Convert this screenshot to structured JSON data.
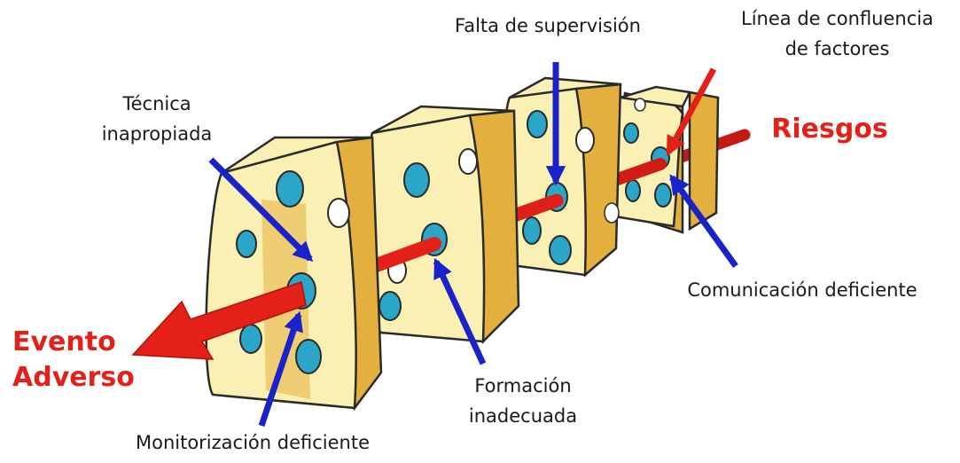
{
  "labels": {
    "falta_supervision": "Falta de supervisión",
    "linea_confluencia_1": "Línea de confluencia",
    "linea_confluencia_2": "de factores",
    "tecnica_1": "Técnica",
    "tecnica_2": "inapropiada",
    "riesgos": "Riesgos",
    "comunicacion": "Comunicación deficiente",
    "evento_1": "Evento",
    "evento_2": "Adverso",
    "formacion_1": "Formación",
    "formacion_2": "inadecuada",
    "monitorizacion": "Monitorización deficiente"
  },
  "colors": {
    "risk_red": "#e32119",
    "pointer_blue": "#1a23c9",
    "cheese_face": "#fbf0b4",
    "cheese_side": "#e3b03e",
    "hole_blue": "#2ba6c9",
    "outline": "#2a2a2a"
  }
}
